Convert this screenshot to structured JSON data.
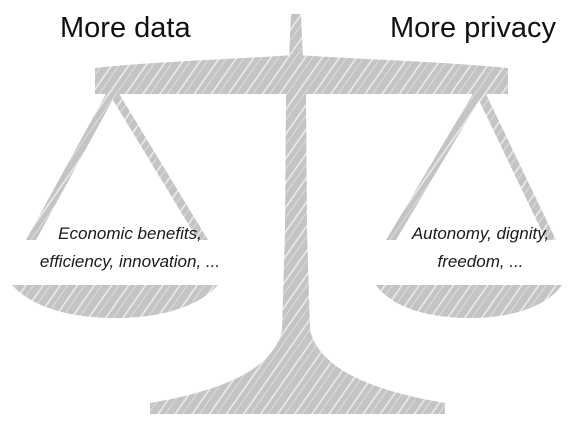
{
  "left_side": {
    "heading": "More data",
    "lines": [
      "Economic benefits,",
      "efficiency, innovation, ..."
    ]
  },
  "right_side": {
    "heading": "More privacy",
    "lines": [
      "Autonomy, dignity,",
      "freedom, ..."
    ]
  },
  "colors": {
    "scale_fill": "#c4c4c4",
    "hatch": "#f2f2f2"
  },
  "icons": [
    "balance-scale-icon"
  ]
}
